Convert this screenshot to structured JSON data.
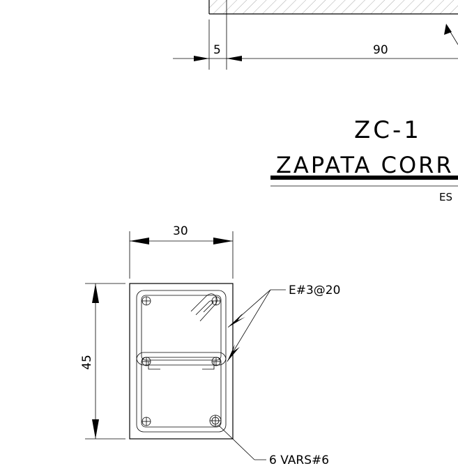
{
  "top_detail": {
    "dim_left": "5",
    "dim_main": "90"
  },
  "title_block": {
    "code": "ZC-1",
    "name": "ZAPATA CORR",
    "scale_prefix": "ES"
  },
  "section": {
    "dim_width": "30",
    "dim_height": "45",
    "stirrup_label": "E#3@20",
    "bars_label": "6 VARS#6"
  }
}
